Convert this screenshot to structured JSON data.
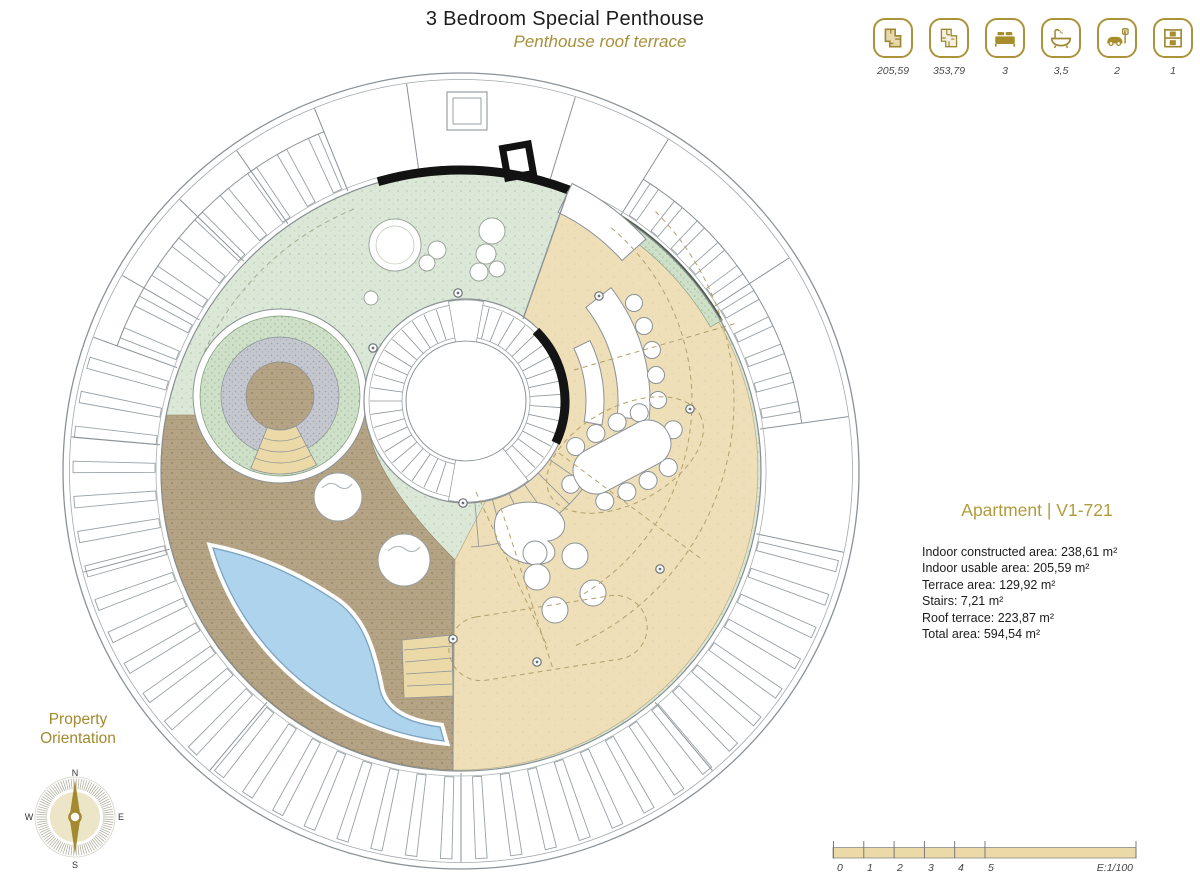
{
  "header": {
    "title": "3 Bedroom Special Penthouse",
    "subtitle": "Penthouse roof terrace"
  },
  "stats": [
    {
      "name": "indoor-usable-area",
      "value": "205,59"
    },
    {
      "name": "indoor-constructed-area",
      "value": "353,79"
    },
    {
      "name": "bedrooms",
      "value": "3"
    },
    {
      "name": "bathrooms",
      "value": "3,5"
    },
    {
      "name": "parking-spaces",
      "value": "2"
    },
    {
      "name": "storage-rooms",
      "value": "1"
    }
  ],
  "apartment": {
    "title": "Apartment | V1-721",
    "details": [
      "Indoor constructed area: 238,61  m²",
      "Indoor usable area: 205,59 m²",
      "Terrace area: 129,92  m²",
      "Stairs: 7,21 m²",
      "Roof terrace: 223,87  m²",
      "Total area: 594,54 m²"
    ]
  },
  "orientation": {
    "label": "Property Orientation",
    "n": "N",
    "e": "E",
    "s": "S",
    "w": "W"
  },
  "scalebar": {
    "ticks": [
      "0",
      "1",
      "2",
      "3",
      "4",
      "5"
    ],
    "scale_label": "E:1/100"
  },
  "colors": {
    "accent_gold": "#a6903a",
    "roof_green": "#dce8d7",
    "indoor_beige": "#eedfb8",
    "terrace_brown": "#b5a385",
    "pool_blue": "#aed3ed"
  }
}
